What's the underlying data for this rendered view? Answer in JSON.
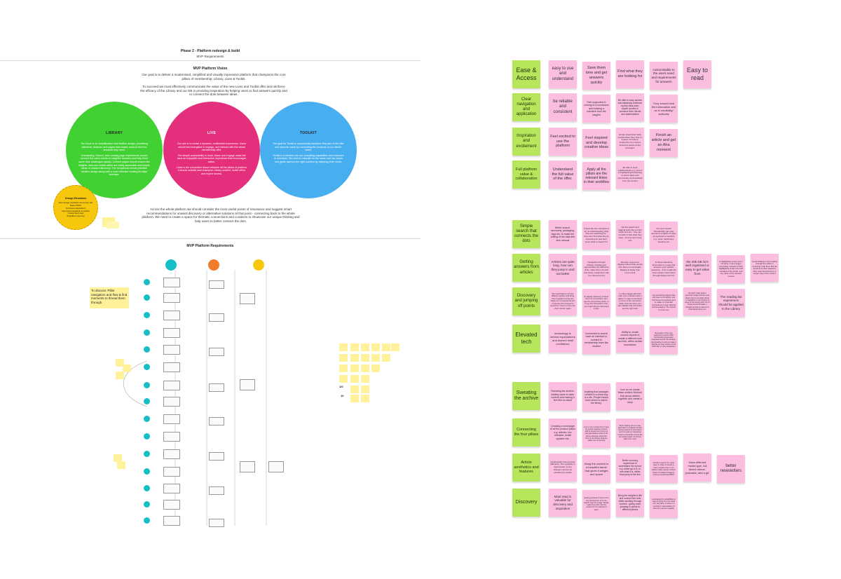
{
  "board": {
    "phase_title": "Phase 2 - Platform redesign & build",
    "mvp_requirements": "MVP Requirements",
    "vision_title": "MVP Platform Vision",
    "vision_p1": "Our goal is to deliver a modernised, simplified and visually impressive platform that champions the core pillars of membership; Library, Lives & Toolkit.",
    "vision_p2": "To succeed we must effectively communicate the value of the new Lives and Toolkit offer and reinforce the efficacy of the Library and our DB in providing inspiration by helping users to find answers quickly and to connect the dots between ideas.",
    "pillars": [
      {
        "title": "LIBRARY",
        "color": "#42d133",
        "p1": "The focus is on simplification and intuitive design, prioritising elements, features and pages that enable users to find the answers they need.",
        "p2": "Onboarding, Search, and Landing page experiences should connect the users needs to insightful answers and help them solve their challenges quickly. Content pages should ensure the insights, data and media within are easily accessible and inspire ideas or onward discovery. The Scrapbook should prioritise intuitive design along with a more effective reading list style interface."
      },
      {
        "title": "LIVE",
        "color": "#e4307c",
        "p1": "Our aim is to create a dynamic, multimedia experience. Users should feel energised to engage, and interact with the whole membership offer.",
        "p2": "The simple accessibility to book, share and engage make the area an enjoyable and interactive experience that encourages action.",
        "p3": "Lives is the connective tissue between all the pillars of platform it should activate and champion Library content, toolkit offers and expert access."
      },
      {
        "title": "TOOLKIT",
        "color": "#47aef0",
        "p1": "The goal for Toolkit is successfully introduce this part of the offer and show its value by connecting the products to our clients' need.",
        "p2": "Toolkit is a window into our consulting capabilities and exclusive to members. We need to educate on the value and use cases and guide users to the right solution by capturing their briefs."
      }
    ],
    "design_elevations": {
      "title": "Design Elevations",
      "items": [
        "New design aesthetic across the site",
        "Better PDFs",
        "Improved newsletters",
        "Improved navigation & toolbar",
        "Customised view",
        "Simplified sourcing"
      ]
    },
    "closing_text": "Across the whole platform we should consider the most useful points of resonance and suggest smart recommendations for onward discovery or alternative solutions at that point - connecting back to the whole platform. We need to create a space for thematic connections and curations to showcase our unique thinking and help users to better connect the dots.",
    "requirements_title": "MVP Platform Requirements",
    "discuss_note": "To discuss: Pillar navigation and flow & find moments to thread them through.",
    "counts": [
      "1/0",
      "10"
    ],
    "col_colors": [
      "#16bfc6",
      "#f07b2a",
      "#f6c70c"
    ]
  },
  "clusters": [
    {
      "label": "Ease & Access",
      "big": true,
      "notes": [
        {
          "text": "easy to use and understand",
          "fs": 6
        },
        {
          "text": "Save them time and get answers quickly",
          "fs": 5.5
        },
        {
          "text": "Find what they are looking for",
          "fs": 5.5
        },
        {
          "text": "customisable to the users need and requirements for answers",
          "fs": 4.5
        },
        {
          "text": "Easy to read",
          "fs": 9
        }
      ]
    },
    {
      "label": "Clear navigation and application",
      "notes": [
        {
          "text": "be reliable and consistent",
          "fs": 6
        },
        {
          "text": "Feel supported in coming to a conclusion and building a narrative from the insights",
          "fs": 3.5
        },
        {
          "text": "Be able to easy access and takeaway evidence eg key data point, expert quotes to convince their clients and stakeholders",
          "fs": 3.3
        },
        {
          "text": "They should trust the information and us in credibility/ authority",
          "fs": 4
        }
      ]
    },
    {
      "label": "Inspiration and excitement",
      "notes": [
        {
          "text": "Feel excited to use the platform",
          "fs": 5.5
        },
        {
          "text": "Feel inspired and develop creative ideas",
          "fs": 5.5
        },
        {
          "text": "people should feel really excited when they click on a piece of content. Inspired by the content should be aware of key principles",
          "fs": 3
        },
        {
          "text": "Finish an article and get an Aha moment",
          "fs": 5.5
        }
      ]
    },
    {
      "label": "Full platform value & collaboration",
      "notes": [
        {
          "text": "Understand the full value of the offer.",
          "fs": 5.5
        },
        {
          "text": "Apply all the pillars are the relevant times in their workflow",
          "fs": 5
        },
        {
          "text": "Be able to work collaboratively e.g. send it to highlighting functioning to share ideas and commentary and feedback from the content",
          "fs": 3
        }
      ]
    },
    {
      "label": "Simple search that connects the dots",
      "notes": [
        {
          "text": "Better search, taxonomy, packaging, tags etc. to make the cutting of the data feel less manual",
          "fs": 3.5
        },
        {
          "text": "It feels like the emphasis is on us understanding what they are searching for - they can't find what they're searching for and don't know what to search for",
          "fs": 3
        },
        {
          "text": "Not the search and tagging looks like a clunk linear text box - they are not able to find what they want - and we are losing info",
          "fs": 3
        },
        {
          "text": "You can't search 'thematically' get easy access to insights on topic as opposed to sections e.g. 'wear' 'well-being' 'sporting' etc.",
          "fs": 3
        }
      ]
    },
    {
      "label": "Getting answers from articles",
      "notes": [
        {
          "text": "Articles are quite long, how can they jump in and out better",
          "fs": 4.5
        },
        {
          "text": "Navigation through articles, insights and opportunities are difficult to write, make them into bits and clarity, break them into one reference box",
          "fs": 3
        },
        {
          "text": "But also respond to digging culture help people who been so investigate. Digging is better than more scroll",
          "fs": 3
        },
        {
          "text": "Finding interesting information in a way that answers your specific questions - how to take the short answer information through design and CX",
          "fs": 3
        },
        {
          "text": "the 30k DB isn't well organised or easy to get value from",
          "fs": 4.5
        },
        {
          "text": "A highlighting colour tool in not done; it does trigger everything, instead of CMA highlighting of ads and stuff included in the article, and any other of the relevant content",
          "fs": 2.8
        },
        {
          "text": "Good landings is that scaling through the article is confusing, help them find the answers to their questions they need and find them a longer way to the content",
          "fs": 2.8
        }
      ]
    },
    {
      "label": "Discovery and jumping off points",
      "notes": [
        {
          "text": "We need help to connect different articles and bring them together but we are happy for our keywords just to bounce them based on search for. Users to dive into them stream again",
          "fs": 2.8
        },
        {
          "text": "To display discovery content. Find me somewhere, and see the connective points, or if you are interested in this, you might also be interested in this.",
          "fs": 2.8
        },
        {
          "text": "In order engage with their right now, it should make it easier to make connections to some of the connective ideas, here but when you can validate that connection and the right tools",
          "fs": 2.8
        },
        {
          "text": "Jog something happen like we have to do deliver and find those connections and to make our thematic connections to their offering and leveraging. The stories is a key one",
          "fs": 2.8
        },
        {
          "text": "We don't really deliver 'personal' insight and the ones where they're so highly dense in highlights or rich content of ways of connecting their mix of stories and information. I thought we had an idea as to understand where it is.",
          "fs": 2.6
        },
        {
          "text": "The reading list experience should be applied to the Library",
          "fs": 4.5
        }
      ]
    },
    {
      "label": "Elevated tech",
      "big": true,
      "notes": [
        {
          "text": "technology is behind expectations and doesn't instil confidence",
          "fs": 4
        },
        {
          "text": "Connected to search have an interface to connect to membership team like chatbot",
          "fs": 3.5
        },
        {
          "text": "Ability to create custom reports to create a different look and feel, within certain boundaries",
          "fs": 3.5
        },
        {
          "text": "Recreation of the web experience and the PDF functionality going down integrated across the desktop, downloading it and just make it feel like an easy access to the DWT like a a key transaction",
          "fs": 2.6
        }
      ]
    },
    {
      "label": "Sweating the archive",
      "big": true,
      "notes": [
        {
          "text": "Sweating the archive. Adding value to older content and making it feel like an asset",
          "fs": 3.5
        },
        {
          "text": "Anything that packages content in a smart way is a win. People should know where to start in the library.",
          "fs": 3.3
        },
        {
          "text": "how do we create these unifiers 'themes' that group articles together and create a story",
          "fs": 3.5
        }
      ]
    },
    {
      "label": "Connecting the four pillars",
      "notes": [
        {
          "text": "Creating a homepage of all the product pillars e.g. articles, live releases, toolkit updates etc.",
          "fs": 3.5
        },
        {
          "text": "Live is not a reason first it uses for people together content, add to content but there is a real gap between what is the library showing, what links there in the library between pillars not connecting",
          "fs": 2.6
        },
        {
          "text": "We're looking out on a way feed team in evidence across themes and lot of information and it is quite an interesting model a connection across the connected topics, so that be able to be more",
          "fs": 2.6
        }
      ]
    },
    {
      "label": "Article aesthetics and features",
      "notes": [
        {
          "text": "Aesthetically look and feel differently. The simplicity is appreciated, so the changes need to be elevated but subtle",
          "fs": 3
        },
        {
          "text": "Hang the content in a beautiful frame that gives it weight and space",
          "fs": 4
        },
        {
          "text": "Better sourcing experience to understand the source e.g. either go to it, or see what it is, rather than jump to the link",
          "fs": 3.3
        },
        {
          "text": "Articles need to be super easy to read, it needs to have people drive in an article really clearly, broken down in bulleted imagery, improve download PDFs",
          "fs": 2.8
        },
        {
          "text": "Have different media type, full bleed videos, podcasts, add a gif.",
          "fs": 4
        },
        {
          "text": "better newsletters",
          "fs": 6
        }
      ]
    },
    {
      "label": "Discovery",
      "big": true,
      "notes": [
        {
          "text": "Most read is valuable for discovery and inspiration",
          "fs": 4.5
        },
        {
          "text": "Seeing previews of terms from one item/section is for the search topic for a page. Maybe make them dive into the content for it's sections of each.",
          "fs": 2.6
        },
        {
          "text": "Bring the insights to life and connect the dots while scrolling through content - giving more jumping in points to different pieces",
          "fs": 3.3
        },
        {
          "text": "Leveraging the possibilities to start to group in to the world first: key facts, to have in a 'precision' customisation of sorts on a person's quality.",
          "fs": 2.6
        }
      ]
    }
  ]
}
